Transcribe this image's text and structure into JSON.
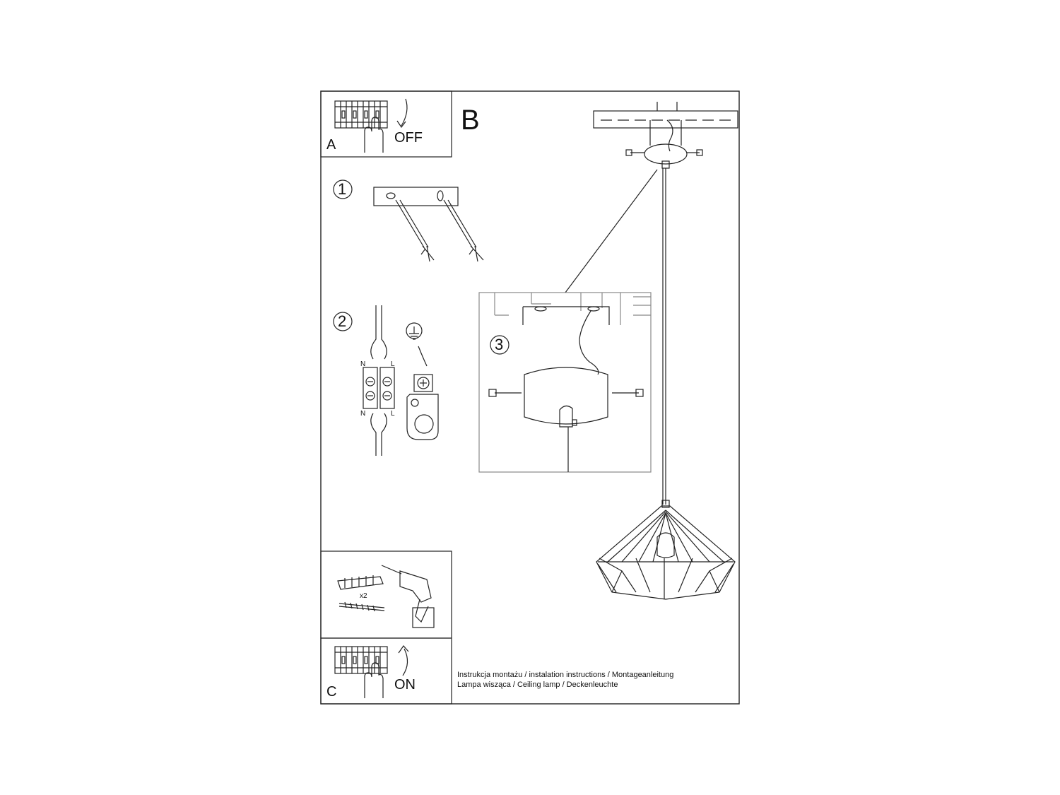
{
  "sections": {
    "a": {
      "letter": "A",
      "action": "OFF"
    },
    "b": {
      "letter": "B"
    },
    "c": {
      "letter": "C",
      "action": "ON"
    }
  },
  "steps": {
    "s1": "1",
    "s2": "2",
    "s3": "3"
  },
  "terminal": {
    "n_top": "N",
    "l_top": "L",
    "n_bottom": "N",
    "l_bottom": "L"
  },
  "hardware": {
    "quantity": "x2"
  },
  "footer": {
    "line1": "Instrukcja montażu / instalation instructions / Montageanleitung",
    "line2": "Lampa wisząca / Ceiling lamp  / Deckenleuchte"
  }
}
